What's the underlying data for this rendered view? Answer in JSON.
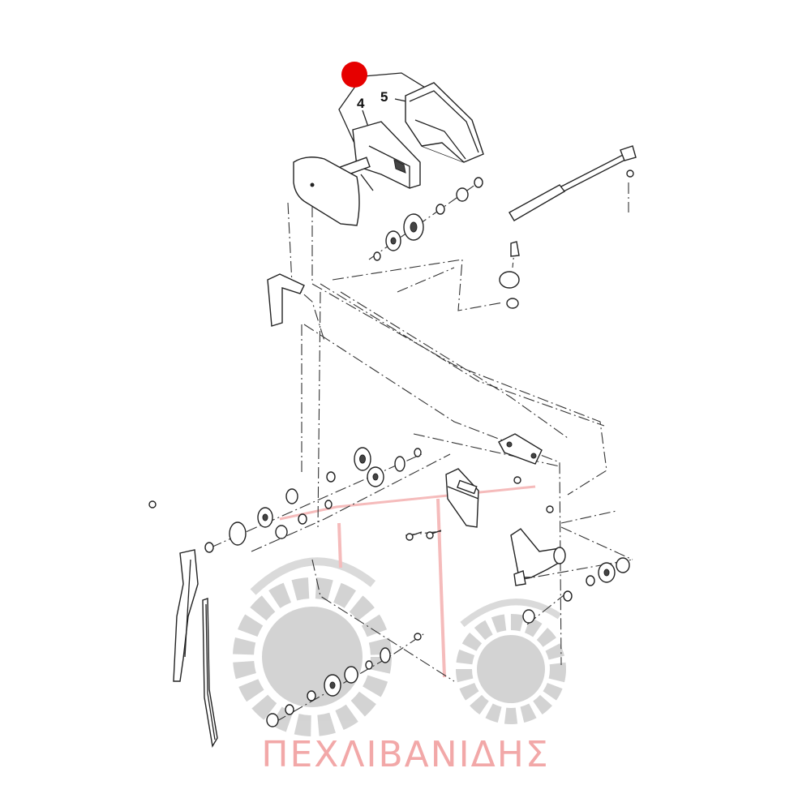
{
  "diagram": {
    "callouts": [
      {
        "id": "callout-4",
        "text": "4"
      },
      {
        "id": "callout-5",
        "text": "5"
      }
    ],
    "marker_color": "#e60000",
    "watermark": {
      "text": "ΠΕΧΛΙΒΑΝΙΔΗΣ",
      "color": "#f2a8a8",
      "logo_color": "#cccccc"
    }
  }
}
